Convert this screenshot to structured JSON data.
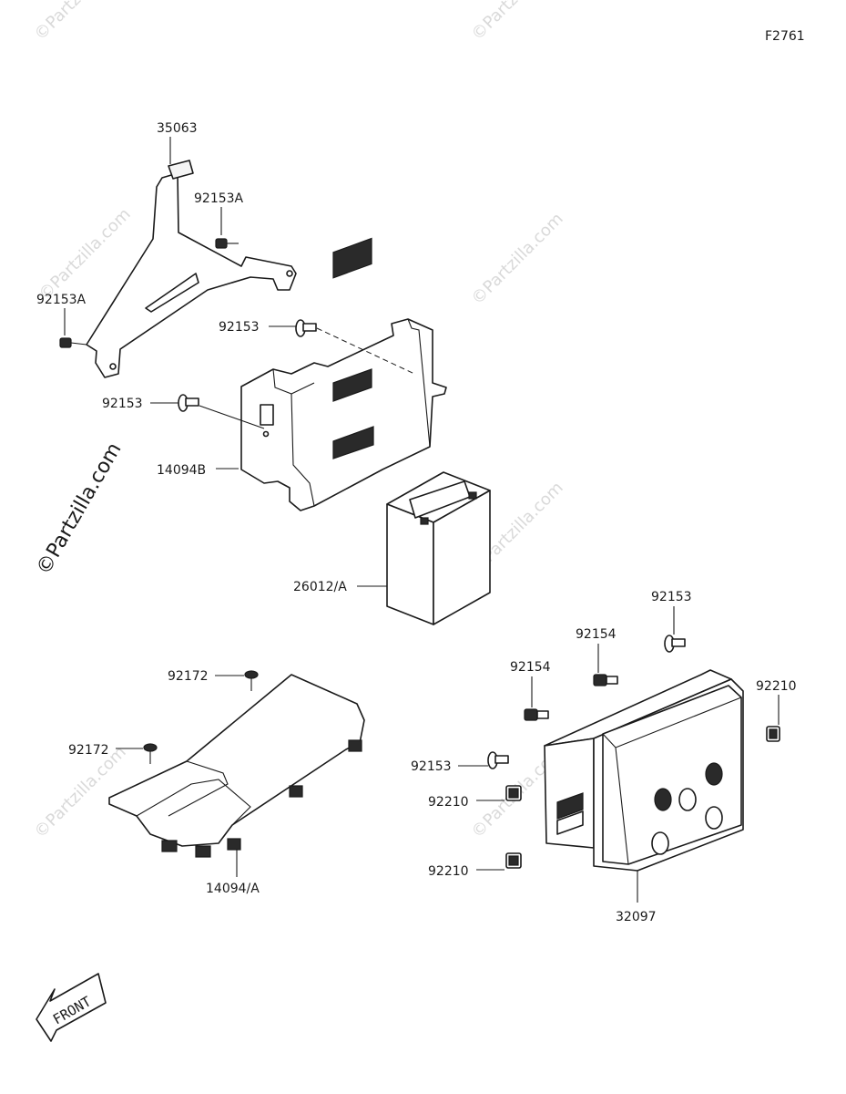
{
  "figure_code": "F2761",
  "watermark": "©Partzilla.com",
  "front_label": "FRONT",
  "callouts": {
    "c35063": "35063",
    "c92153A_top": "92153A",
    "c92153A_left": "92153A",
    "c92153_a": "92153",
    "c92153_b": "92153",
    "c14094B": "14094B",
    "c26012A": "26012/A",
    "c92153_c": "92153",
    "c92154_a": "92154",
    "c92154_b": "92154",
    "c92210_a": "92210",
    "c92153_d": "92153",
    "c92210_b": "92210",
    "c92210_c": "92210",
    "c32097": "32097",
    "c92172_a": "92172",
    "c92172_b": "92172",
    "c14094A": "14094/A"
  }
}
